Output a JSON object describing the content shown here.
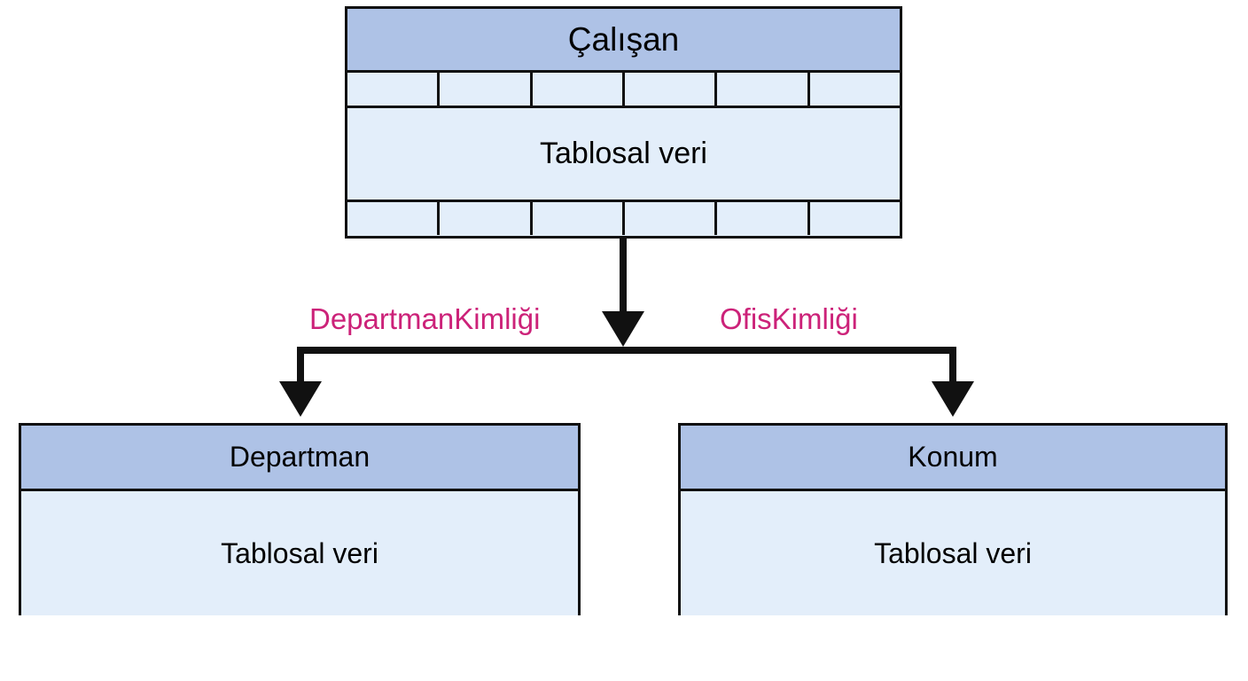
{
  "diagram": {
    "type": "entity-relationship-sharding",
    "language": "tr",
    "colors": {
      "header_fill": "#aec2e6",
      "body_fill": "#e3eefa",
      "stroke": "#111111",
      "label_text": "#cc2279",
      "background": "#ffffff"
    }
  },
  "entities": {
    "parent": {
      "name": "calisan",
      "title": "Çalışan",
      "body_label": "Tablosal veri",
      "top_cell_count": 6,
      "bottom_cell_count": 6
    },
    "children": [
      {
        "name": "departman",
        "title": "Departman",
        "body_label": "Tablosal veri"
      },
      {
        "name": "konum",
        "title": "Konum",
        "body_label": "Tablosal veri"
      }
    ]
  },
  "relationships": [
    {
      "name": "departman-kimligi",
      "label": "DepartmanKimliği",
      "from": "Çalışan",
      "to": "Departman"
    },
    {
      "name": "ofis-kimligi",
      "label": "OfisKimliği",
      "from": "Çalışan",
      "to": "Konum"
    }
  ],
  "connectors": {
    "stem_icon": "arrow-down-icon",
    "left_branch_icon": "arrow-down-icon",
    "right_branch_icon": "arrow-down-icon"
  }
}
